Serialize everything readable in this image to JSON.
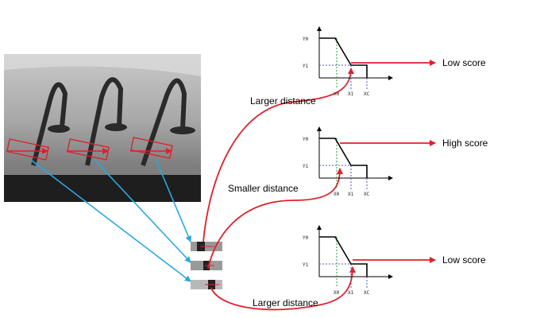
{
  "distance_labels": {
    "top": "Larger distance",
    "middle": "Smaller distance",
    "bottom": "Larger distance"
  },
  "score_labels": {
    "top": "Low score",
    "middle": "High score",
    "bottom": "Low score"
  },
  "axis_ticks": {
    "y0": "Y0",
    "y1": "Y1",
    "x0": "X0",
    "x1": "X1",
    "x2": "XC"
  },
  "colors": {
    "red": "#e0202a",
    "blue": "#29a8e0",
    "green": "#2a9a3a",
    "axis_dash": "#4a5aa8"
  }
}
